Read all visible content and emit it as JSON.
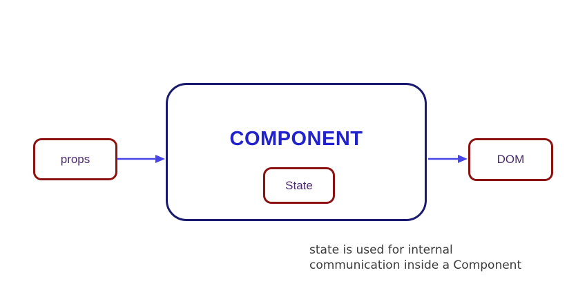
{
  "diagram": {
    "props_box": {
      "label": "props"
    },
    "component_box": {
      "title": "COMPONENT",
      "state_box": {
        "label": "State"
      }
    },
    "dom_box": {
      "label": "DOM"
    },
    "arrows": [
      {
        "name": "props-to-component",
        "direction": "right"
      },
      {
        "name": "component-to-dom",
        "direction": "right"
      }
    ],
    "caption": {
      "line1": "state is used for internal",
      "line2": "communication inside a Component"
    },
    "colors": {
      "box_border_red": "#8c1212",
      "component_border_navy": "#191970",
      "component_title_blue": "#2222cc",
      "label_purple": "#4b2a6f",
      "arrow_blue": "#4545e8",
      "caption_gray": "#3b3b3b",
      "background": "#ffffff"
    }
  }
}
